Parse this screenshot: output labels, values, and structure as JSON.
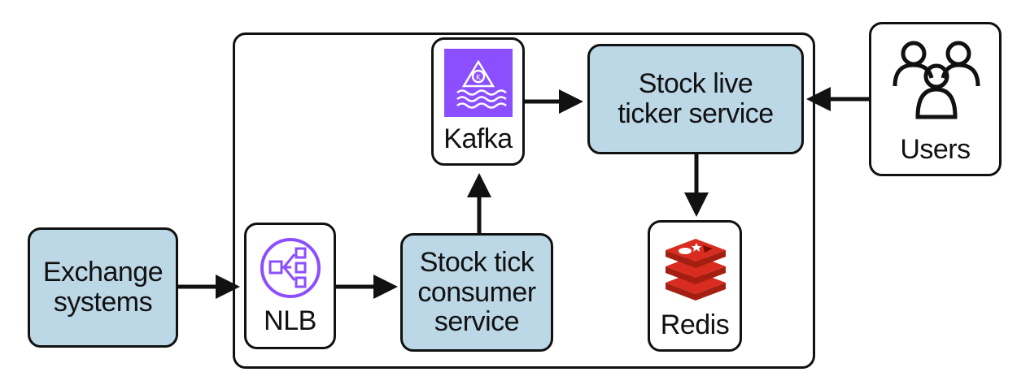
{
  "nodes": {
    "exchange": {
      "label": "Exchange\nsystems"
    },
    "nlb": {
      "label": "NLB",
      "icon": "network-load-balancer-icon"
    },
    "consumer": {
      "label": "Stock tick\nconsumer\nservice"
    },
    "kafka": {
      "label": "Kafka",
      "icon": "kafka-icon"
    },
    "ticker": {
      "label": "Stock live\nticker service"
    },
    "redis": {
      "label": "Redis",
      "icon": "redis-icon"
    },
    "users": {
      "label": "Users",
      "icon": "users-icon"
    }
  },
  "edges": [
    {
      "from": "exchange",
      "to": "nlb"
    },
    {
      "from": "nlb",
      "to": "consumer"
    },
    {
      "from": "consumer",
      "to": "kafka"
    },
    {
      "from": "kafka",
      "to": "ticker"
    },
    {
      "from": "users",
      "to": "ticker"
    },
    {
      "from": "ticker",
      "to": "redis"
    }
  ],
  "colors": {
    "service_fill": "#bcd7e6",
    "aws_purple": "#8c4fff",
    "redis_red": "#d82c20",
    "stroke": "#111111"
  }
}
